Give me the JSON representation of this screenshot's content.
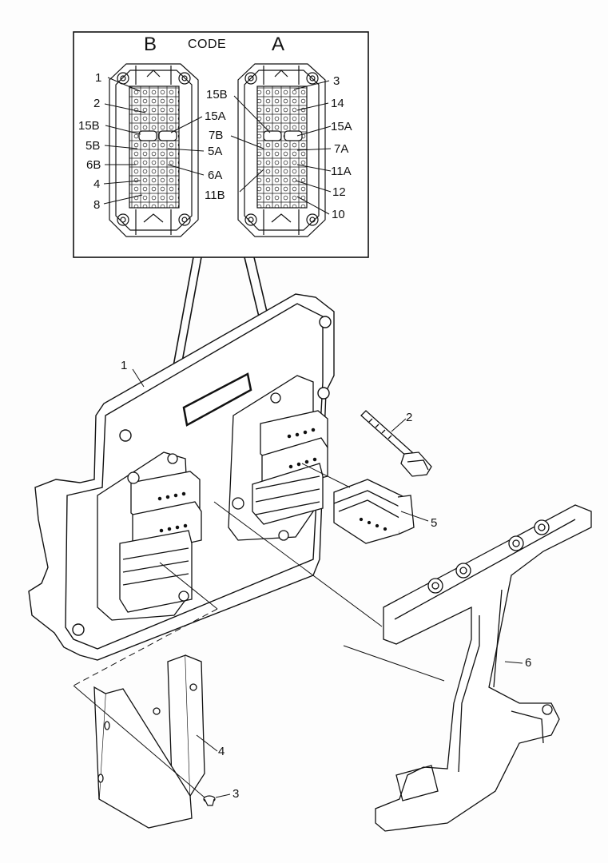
{
  "inset": {
    "header_left": "B",
    "header_code": "CODE",
    "header_right": "A",
    "b_labels": [
      "1",
      "2",
      "15B",
      "15A",
      "5B",
      "5A",
      "6B",
      "6A",
      "4",
      "11B",
      "8"
    ],
    "a_labels": [
      "3",
      "14",
      "15B",
      "15A",
      "7B",
      "7A",
      "11A",
      "12",
      "10"
    ]
  },
  "callouts": {
    "ecu": "1",
    "bolt": "2",
    "clip": "3",
    "cover": "4",
    "plug": "5",
    "bracket": "6"
  }
}
